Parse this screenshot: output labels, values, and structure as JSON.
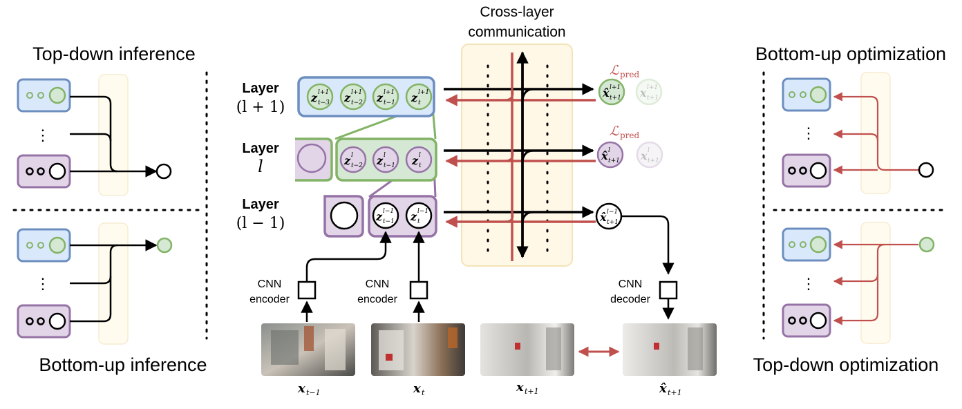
{
  "left_panel": {
    "top_title": "Top-down inference",
    "bottom_title": "Bottom-up inference"
  },
  "right_panel": {
    "top_title": "Bottom-up optimization",
    "bottom_title": "Top-down optimization"
  },
  "center": {
    "cross_layer_title_line1": "Cross-layer",
    "cross_layer_title_line2": "communication",
    "layers": [
      {
        "label_word": "Layer",
        "label_index": "(l + 1)"
      },
      {
        "label_word": "Layer",
        "label_index": "l"
      },
      {
        "label_word": "Layer",
        "label_index": "(l − 1)"
      }
    ],
    "loss_symbol": "ℒ",
    "loss_subscript": "pred",
    "cnn_encoder_1": [
      "CNN",
      "encoder"
    ],
    "cnn_encoder_2": [
      "CNN",
      "encoder"
    ],
    "cnn_decoder": [
      "CNN",
      "decoder"
    ],
    "frame_labels": {
      "prev": {
        "base": "x",
        "sub": "t−1"
      },
      "cur": {
        "base": "x",
        "sub": "t"
      },
      "next": {
        "base": "x",
        "sub": "t+1"
      },
      "pred": {
        "base": "x̂",
        "sub": "t+1"
      }
    }
  },
  "colors": {
    "blue_fill": "#dae8fc",
    "blue_stroke": "#6c8ebf",
    "green_fill": "#d5e8d4",
    "green_stroke": "#82b366",
    "purple_fill": "#e1d5e7",
    "purple_stroke": "#9673a6",
    "yellow_fill": "#fff8e7",
    "yellow_stroke": "#f3e3b8",
    "red": "#c0504d"
  }
}
